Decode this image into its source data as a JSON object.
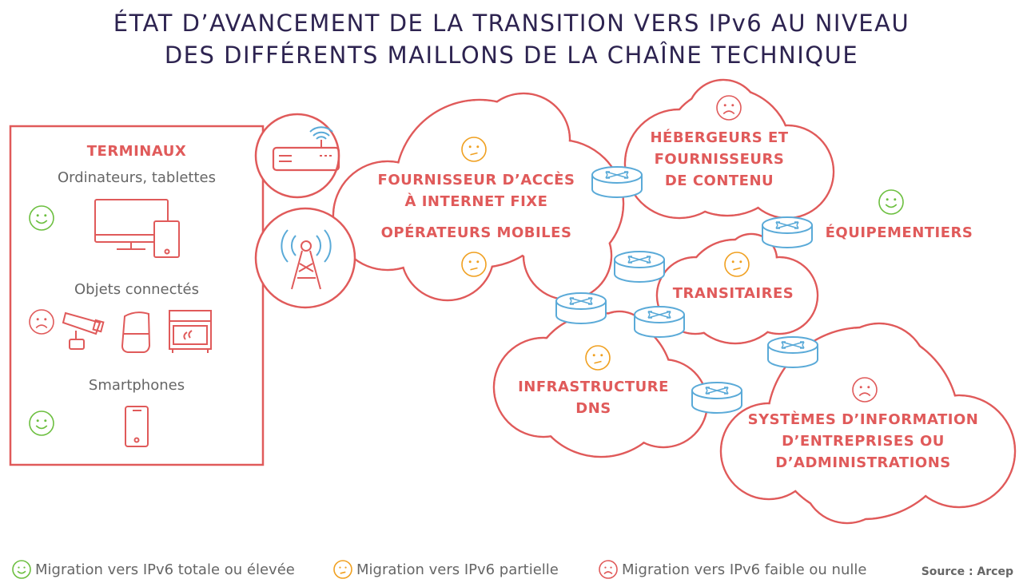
{
  "title": {
    "line1": "ÉTAT D’AVANCEMENT DE LA TRANSITION VERS IPv6 AU NIVEAU",
    "line2": "DES DIFFÉRENTS MAILLONS DE LA CHAÎNE TECHNIQUE"
  },
  "terminaux": {
    "heading": "TERMINAUX",
    "groups": [
      {
        "label": "Ordinateurs, tablettes",
        "status": "green"
      },
      {
        "label": "Objets connectés",
        "status": "red"
      },
      {
        "label": "Smartphones",
        "status": "green"
      }
    ]
  },
  "clouds": {
    "isp_fixe": "FOURNISSEUR D’ACCÈS À INTERNET FIXE",
    "mobiles": "OPÉRATEURS MOBILES",
    "hebergeurs_l1": "HÉBERGEURS ET",
    "hebergeurs_l2": "FOURNISSEURS",
    "hebergeurs_l3": "DE CONTENU",
    "equipementiers": "ÉQUIPEMENTIERS",
    "transitaires": "TRANSITAIRES",
    "dns_l1": "INFRASTRUCTURE",
    "dns_l2": "DNS",
    "si_l1": "SYSTÈMES D’INFORMATION",
    "si_l2": "D’ENTREPRISES OU",
    "si_l3": "D’ADMINISTRATIONS"
  },
  "status_by_node": {
    "isp_fixe": "orange",
    "mobiles": "orange",
    "hebergeurs": "red",
    "equipementiers": "green",
    "transitaires": "orange",
    "dns": "orange",
    "si": "red"
  },
  "legend": [
    {
      "status": "green",
      "label": "Migration vers IPv6 totale ou élevée"
    },
    {
      "status": "orange",
      "label": "Migration vers IPv6 partielle"
    },
    {
      "status": "red",
      "label": "Migration vers IPv6 faible ou nulle"
    }
  ],
  "source": "Source : Arcep",
  "colors": {
    "red": "#e05a5a",
    "green": "#6cbf3f",
    "orange": "#f0a020",
    "blue": "#5aaad8",
    "title": "#2d2350"
  }
}
